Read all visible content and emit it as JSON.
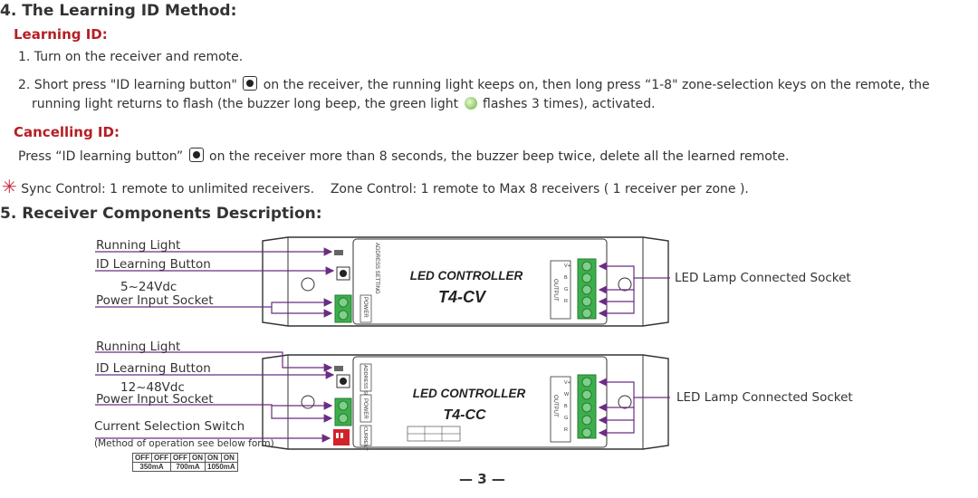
{
  "section4": {
    "title": "4. The Learning ID Method:",
    "learning_heading": "Learning ID:",
    "step1": "1. Turn on the receiver and remote.",
    "step2_a": "2. Short press \"ID learning button\"",
    "step2_b": "on the receiver, the running light keeps on, then long press “1-8\" zone-selection keys on the remote, the",
    "step2_c": "running light returns to flash (the buzzer long beep, the green light",
    "step2_d": "flashes 3 times), activated.",
    "cancel_heading": "Cancelling ID:",
    "cancel_a": "Press “ID learning button”",
    "cancel_b": "on the receiver more than 8 seconds, the buzzer beep twice, delete all the learned remote.",
    "note_star": "✳",
    "note": "Sync Control: 1 remote to unlimited receivers.    Zone Control: 1 remote to Max 8 receivers ( 1 receiver per zone )."
  },
  "section5": {
    "title": "5. Receiver Components Description:",
    "cv": {
      "running_light": "Running Light",
      "id_button": "ID Learning Button",
      "voltage": "5~24Vdc",
      "power_socket": "Power Input Socket",
      "led_socket": "LED Lamp Connected Socket",
      "brand": "LED CONTROLLER",
      "model": "T4-CV",
      "address_label": "ADDRESS SETTING",
      "power_label": "POWER",
      "output_label": "OUTPUT",
      "output_pins": [
        "V+",
        "B",
        "G",
        "R"
      ]
    },
    "cc": {
      "running_light": "Running Light",
      "id_button": "ID Learning Button",
      "voltage": "12~48Vdc",
      "power_socket": "Power Input Socket",
      "current_switch": "Current Selection Switch",
      "method_note": "(Method of operation see below form)",
      "led_socket": "LED Lamp Connected Socket",
      "brand": "LED CONTROLLER",
      "model": "T4-CC",
      "address_label": "ADDRESS SETTING",
      "power_label": "POWER",
      "current_label": "CURRENT",
      "output_label": "OUTPUT",
      "output_pins": [
        "V+",
        "W",
        "B",
        "G",
        "R"
      ]
    },
    "current_table": {
      "switch_row": [
        "OFF",
        "OFF",
        "OFF",
        "ON",
        "ON",
        "ON"
      ],
      "current_row": [
        "350mA",
        "700mA",
        "1050mA"
      ]
    }
  },
  "page_number": "— 3 —",
  "colors": {
    "heading_red": "#b51f24",
    "arrow_purple": "#6a2d83",
    "socket_green": "#3cae4b",
    "switch_red": "#d1232a"
  }
}
